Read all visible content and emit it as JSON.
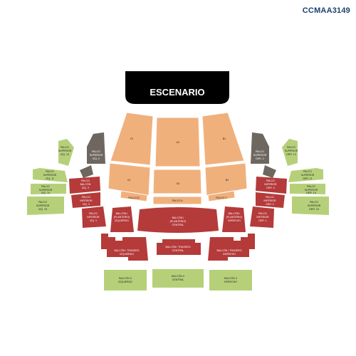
{
  "header": {
    "code": "CCMAA3149"
  },
  "stage": {
    "label": "ESCENARIO"
  },
  "colors": {
    "stage": "#000000",
    "orange": "#f0b07c",
    "red": "#b53a3a",
    "green": "#b6d07a",
    "gray": "#6e675f"
  },
  "sections": {
    "c1": "C1",
    "a1": "A1",
    "b1": "B1",
    "c2": "C2",
    "a2": "A2",
    "b2": "B2",
    "palco_b": "PALCO B",
    "palco_a": "PALCO A",
    "palco_c": "PALCO C",
    "balcon_i_l1": "BALCÓN I",
    "balcon_i_l2": "(PLANTERIO)",
    "balcon_i_l3": "CENTRAL",
    "balcon_ii_l1": "BALCÓN I",
    "balcon_ii_l2": "(PLANTERIO)",
    "balcon_ii_l3": "IZQUIERDO",
    "balcon_id_l1": "BALCÓN I",
    "balcon_id_l2": "(PLANTERIO)",
    "balcon_id_l3": "DERECHO",
    "tras_c_l1": "BALCÓN I TRASERO",
    "tras_c_l2": "CENTRAL",
    "tras_i_l1": "BALCÓN I TRASERO",
    "tras_i_l2": "IZQUIERDO",
    "tras_d_l1": "BALCÓN I TRASERO",
    "tras_d_l2": "DERECHO",
    "b2i_l1": "BALCÓN II",
    "b2i_l2": "IZQUIERDO",
    "b2c_l1": "BALCÓN II",
    "b2c_l2": "CENTRAL",
    "b2d_l1": "BALCÓN II",
    "b2d_l2": "DERECHO",
    "pgi2_l1": "PALCO",
    "pgi2_l2": "SUPERIOR",
    "pgi2_l3": "IZQ. 2",
    "pgd2_l1": "PALCO",
    "pgd2_l2": "SUPERIOR",
    "pgd2_l3": "DER. 2",
    "psi13_l1": "PALCO",
    "psi13_l2": "SUPERIOR",
    "psi13_l3": "IZQ. 13",
    "psi11_l1": "PALCO",
    "psi11_l2": "SUPERIOR",
    "psi11_l3": "IZQ. 11",
    "psi14_l1": "PALCO",
    "psi14_l2": "SUPERIOR",
    "psi14_l3": "IZQ. 14",
    "psi15_l1": "PALCO",
    "psi15_l2": "SUPERIOR",
    "psi15_l3": "IZQ. 15",
    "psd13_l1": "PALCO",
    "psd13_l2": "SUPERIOR",
    "psd13_l3": "DER. 13",
    "psd11_l1": "PALCO",
    "psd11_l2": "SUPERIOR",
    "psd11_l3": "DER. 11",
    "psd14_l1": "PALCO",
    "psd14_l2": "SUPERIOR",
    "psd14_l3": "DER. 14",
    "psd15_l1": "PALCO",
    "psd15_l2": "SUPERIOR",
    "psd15_l3": "DER. 15",
    "pbi_izq3_l1": "PALCO",
    "pbi_izq3_l2": "BALCÓN",
    "pbi_izq3_l3": "IZQ. 3",
    "pbi_izq2_l1": "PALCO",
    "pbi_izq2_l2": "INFERIOR",
    "pbi_izq2_l3": "IZQ. 2",
    "pbi_izq1_l1": "PALCO",
    "pbi_izq1_l2": "INFERIOR",
    "pbi_izq1_l3": "IZQ. 1",
    "pbd_der3_l1": "PALCO",
    "pbd_der3_l2": "INFERIOR",
    "pbd_der3_l3": "DER. 3",
    "pbd_der2_l1": "PALCO",
    "pbd_der2_l2": "INFERIOR",
    "pbd_der2_l3": "DER. 2",
    "pbd_der1_l1": "PALCO",
    "pbd_der1_l2": "INFERIOR",
    "pbd_der1_l3": "DER. 1"
  }
}
